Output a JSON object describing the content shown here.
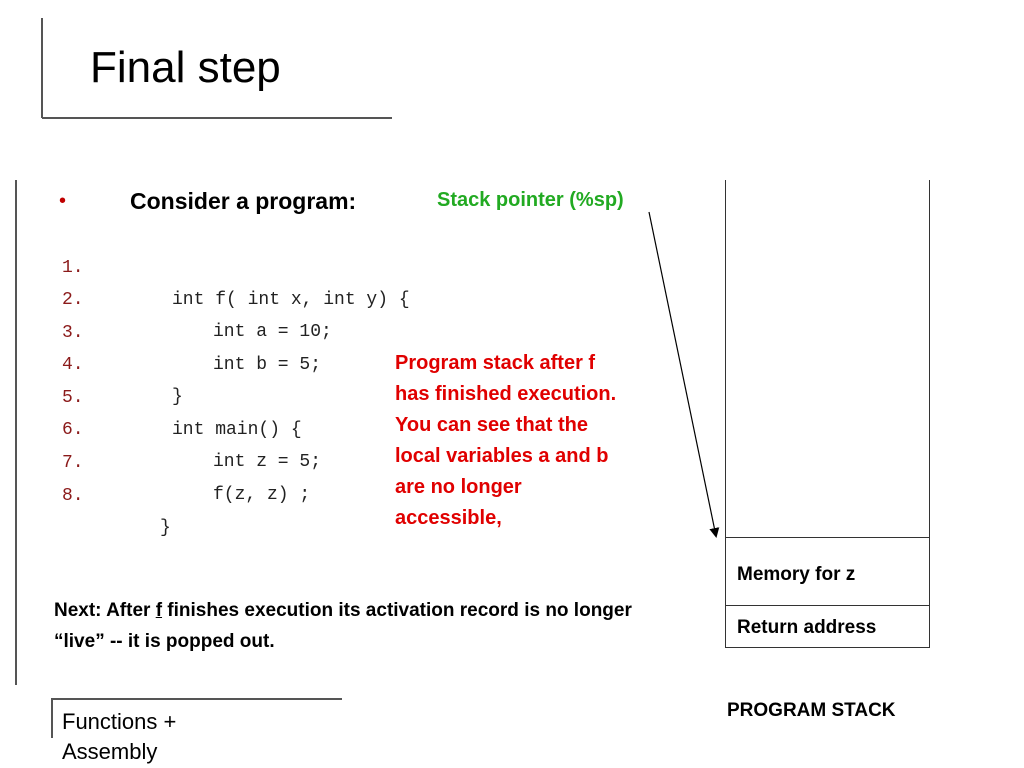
{
  "slide": {
    "title": "Final step",
    "bullet_marker": "•",
    "bullet_text": "Consider a program:",
    "stack_pointer_label": "Stack pointer (%sp)",
    "code_lines": [
      {
        "num": "1.",
        "text": "int f( int x, int y) {"
      },
      {
        "num": "2.",
        "text": "int a = 10;"
      },
      {
        "num": "3.",
        "text": "int b = 5;"
      },
      {
        "num": "4.",
        "text": "}"
      },
      {
        "num": "5.",
        "text": "int main() {"
      },
      {
        "num": "6.",
        "text": "int z = 5;"
      },
      {
        "num": "7.",
        "text": "f(z, z) ;"
      },
      {
        "num": "8.",
        "text": "}"
      }
    ],
    "annotation_lines": [
      "Program stack after f",
      "has finished execution.",
      "You can see that the",
      "local variables a and b",
      "are no  longer",
      "accessible,"
    ],
    "next_note": {
      "prefix": "Next: After ",
      "underlined": "f",
      "suffix": " finishes execution its activation record is no longer “live” -- it is popped out."
    },
    "stack": {
      "cells": [
        "Memory for z",
        "Return address"
      ],
      "label": "PROGRAM STACK"
    },
    "footer": {
      "line1": "Functions +",
      "line2": "Assembly"
    },
    "colors": {
      "bullet": "#c00000",
      "stack_pointer": "#22aa22",
      "annotation": "#e00000",
      "line_numbers": "#8b1a1a"
    }
  }
}
